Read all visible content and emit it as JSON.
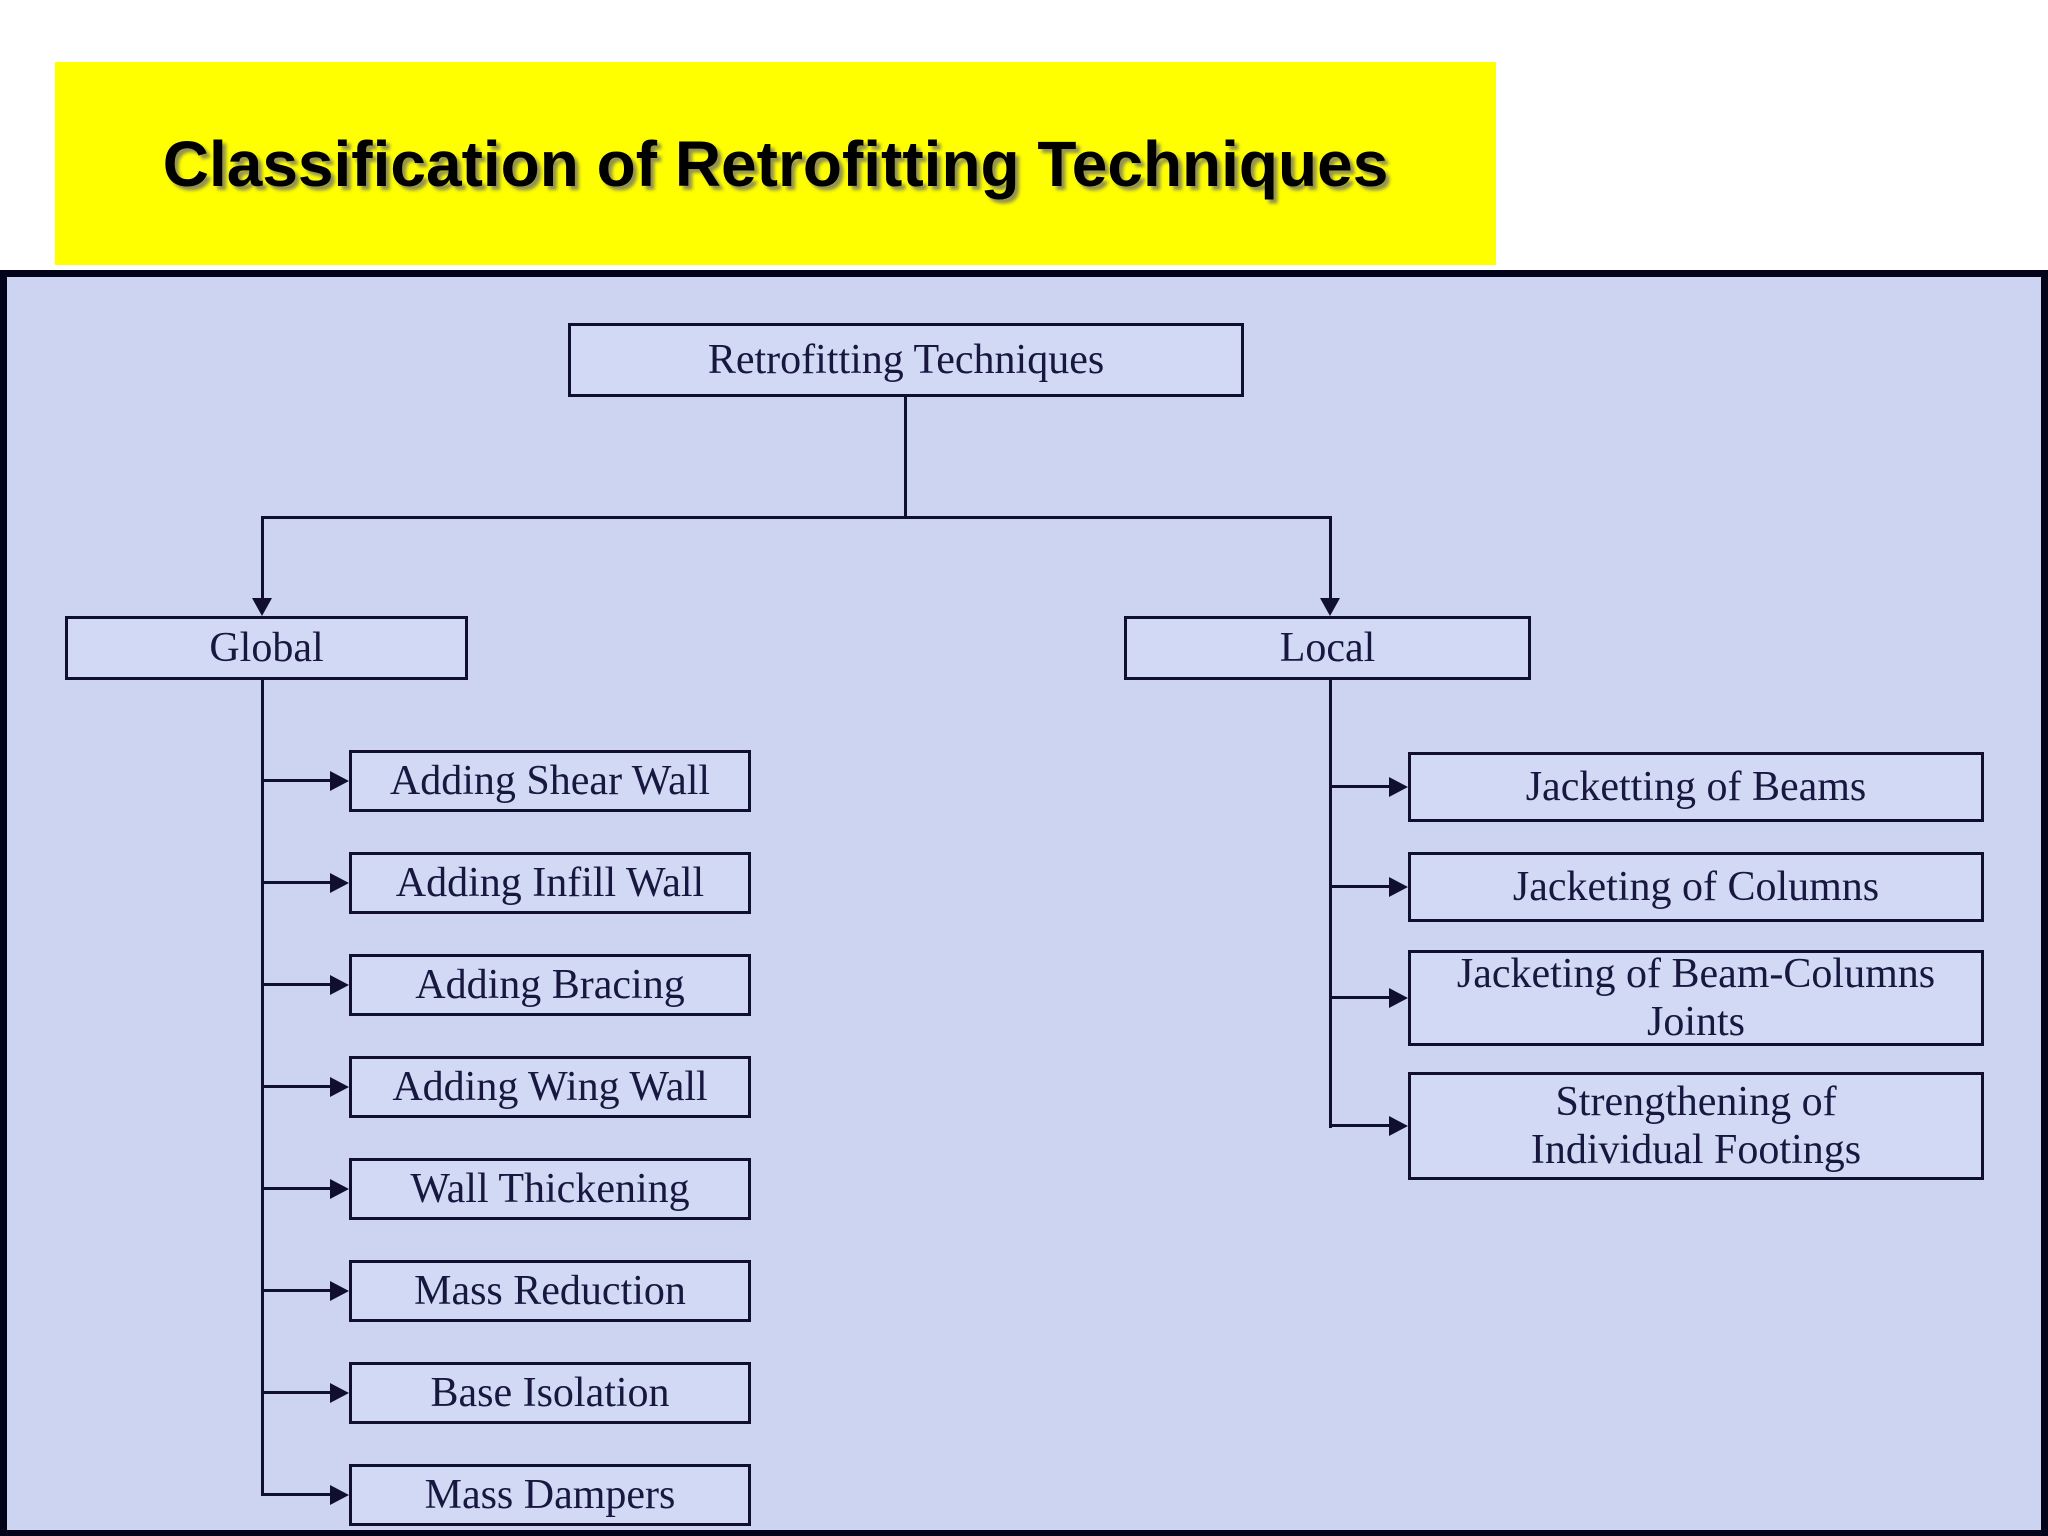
{
  "slide": {
    "title": "Classification of Retrofitting Techniques"
  },
  "diagram": {
    "root": "Retrofitting Techniques",
    "branches": [
      {
        "label": "Global",
        "children": [
          "Adding Shear Wall",
          "Adding Infill Wall",
          "Adding Bracing",
          "Adding Wing Wall",
          "Wall Thickening",
          "Mass Reduction",
          "Base Isolation",
          "Mass Dampers"
        ]
      },
      {
        "label": "Local",
        "children": [
          "Jacketting of Beams",
          "Jacketing of Columns",
          "Jacketing of Beam-Columns\nJoints",
          "Strengthening of\nIndividual Footings"
        ]
      }
    ]
  },
  "colors": {
    "title_background": "#ffff00",
    "title_text": "#000000",
    "panel_background": "#cdd4f1",
    "panel_border": "#03031a",
    "box_background": "#d2d9f4",
    "box_border": "#10102e",
    "box_text": "#17173f",
    "connector": "#10102e"
  }
}
